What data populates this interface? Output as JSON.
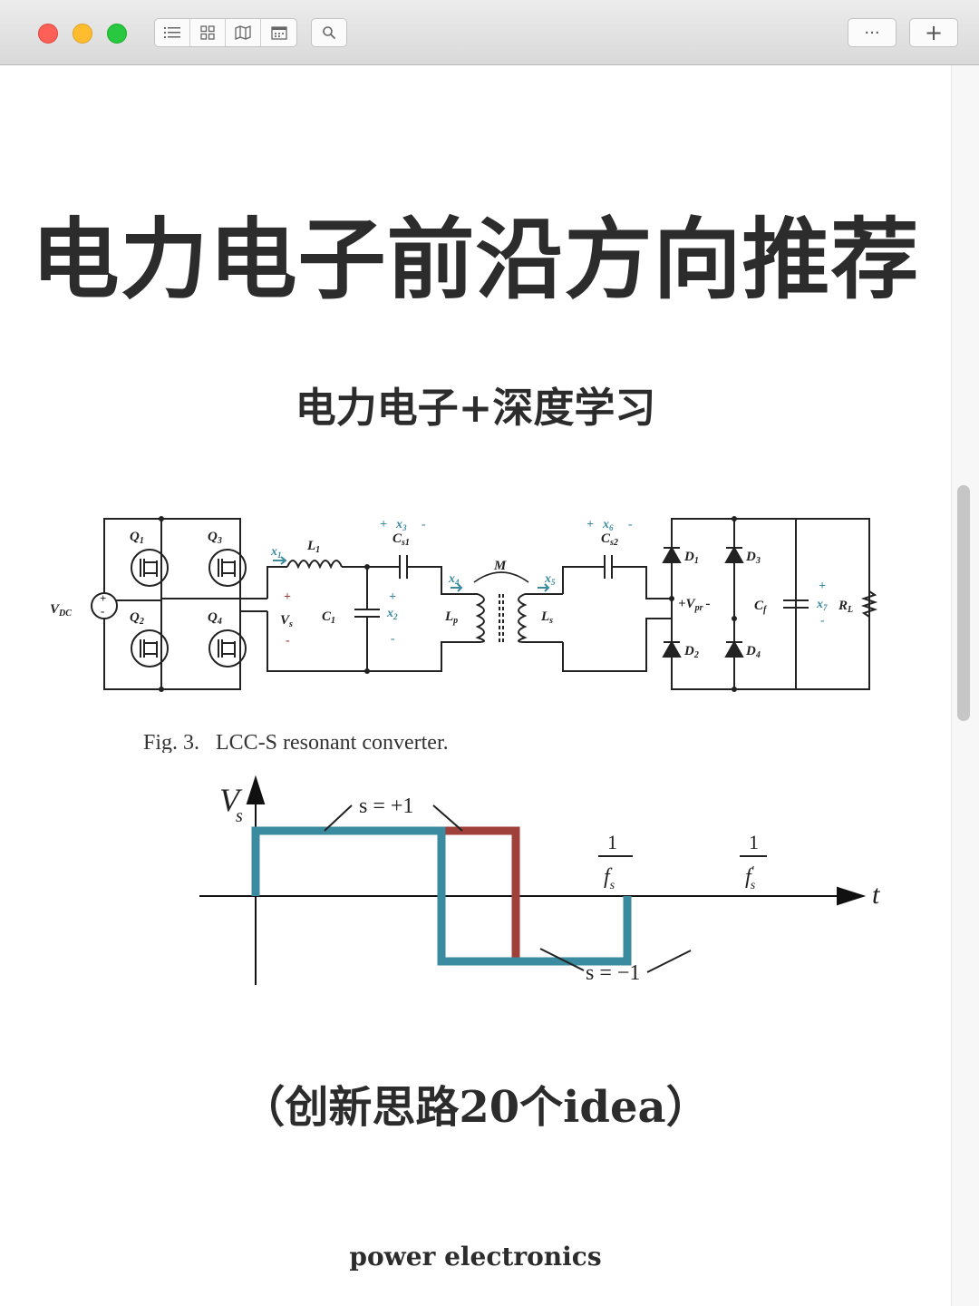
{
  "toolbar": {
    "icons": [
      "list-icon",
      "grid-icon",
      "map-icon",
      "calendar-icon",
      "search-icon"
    ],
    "more_label": "···",
    "add_label": "+"
  },
  "page": {
    "title": "电力电子前沿方向推荐",
    "subtitle": "电力电子+深度学习",
    "idea_caption": "（创新思路20个idea）",
    "footer": "power electronics"
  },
  "figure": {
    "caption": "Fig. 3.   LCC-S resonant converter.",
    "labels": {
      "vdc": "V",
      "vdc_sub": "DC",
      "q1": "Q",
      "q1_sub": "1",
      "q2": "Q",
      "q2_sub": "2",
      "q3": "Q",
      "q3_sub": "3",
      "q4": "Q",
      "q4_sub": "4",
      "x1": "x",
      "x1_sub": "1",
      "l1": "L",
      "l1_sub": "1",
      "x3": "x",
      "x3_sub": "3",
      "cs1": "C",
      "cs1_sub": "s1",
      "vs": "V",
      "vs_sub": "s",
      "c1": "C",
      "c1_sub": "1",
      "x2": "x",
      "x2_sub": "2",
      "m": "M",
      "x4": "x",
      "x4_sub": "4",
      "x5": "x",
      "x5_sub": "5",
      "lp": "L",
      "lp_sub": "p",
      "ls": "L",
      "ls_sub": "s",
      "x6": "x",
      "x6_sub": "6",
      "cs2": "C",
      "cs2_sub": "s2",
      "d1": "D",
      "d1_sub": "1",
      "d2": "D",
      "d2_sub": "2",
      "d3": "D",
      "d3_sub": "3",
      "d4": "D",
      "d4_sub": "4",
      "vpr": "+V",
      "vpr_sub": "pr",
      "vpr_minus": "-",
      "cf": "C",
      "cf_sub": "f",
      "x7": "x",
      "x7_sub": "7",
      "rl": "R",
      "rl_sub": "L",
      "plus": "+",
      "minus": "-"
    }
  },
  "chart_data": {
    "type": "line",
    "title": "",
    "ylabel": "V",
    "ylabel_sub": "s",
    "xlabel": "t",
    "x": [
      0,
      1,
      1.4,
      2
    ],
    "series": [
      {
        "color": "#3a8aa0",
        "values": [
          1,
          -1,
          -1,
          0
        ]
      },
      {
        "color": "#a0403a",
        "values": [
          1,
          1,
          -1,
          -1
        ]
      }
    ],
    "annotations": [
      {
        "text": "s = +1"
      },
      {
        "text": "s = −1"
      },
      {
        "num": "1",
        "den": "f",
        "den_sub": "s"
      },
      {
        "num": "1",
        "den": "f",
        "den_sub": "s",
        "prime": "′"
      }
    ],
    "colors": {
      "blue": "#3a8aa0",
      "red": "#a0403a"
    }
  }
}
